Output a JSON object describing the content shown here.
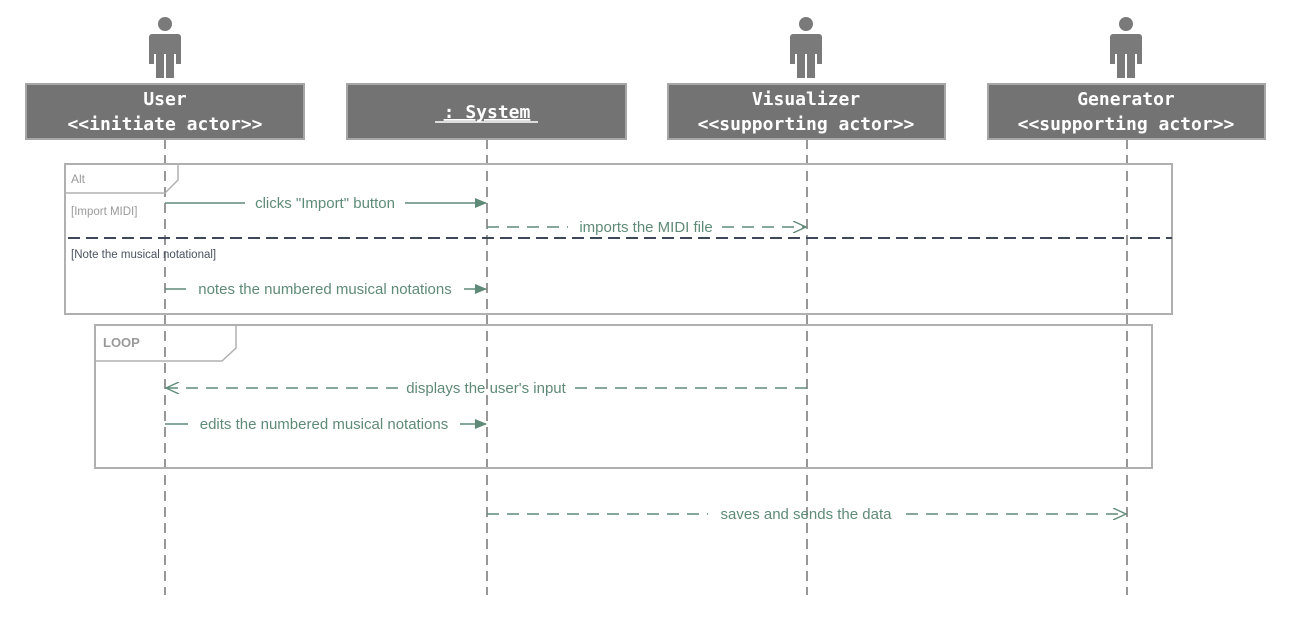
{
  "participants": [
    {
      "id": "user",
      "line1": "User",
      "line2": "<<initiate actor>>",
      "has_actor_icon": true
    },
    {
      "id": "system",
      "line1": ": System",
      "line2": "",
      "has_actor_icon": false,
      "underlined": true
    },
    {
      "id": "visualizer",
      "line1": "Visualizer",
      "line2": "<<supporting actor>>",
      "has_actor_icon": true
    },
    {
      "id": "generator",
      "line1": "Generator",
      "line2": "<<supporting actor>>",
      "has_actor_icon": true
    }
  ],
  "alt_frame": {
    "label": "Alt",
    "guard1": "[Import MIDI]",
    "guard2": "[Note the musical notational]"
  },
  "loop_frame": {
    "label": "LOOP"
  },
  "messages": [
    {
      "from": "user",
      "to": "system",
      "label": "clicks \"Import\" button",
      "kind": "sync"
    },
    {
      "from": "system",
      "to": "visualizer",
      "label": "imports the MIDI file",
      "kind": "reply"
    },
    {
      "from": "user",
      "to": "system",
      "label": "notes the numbered musical notations",
      "kind": "sync"
    },
    {
      "from": "visualizer",
      "to": "user",
      "label": "displays the user's input",
      "kind": "reply"
    },
    {
      "from": "user",
      "to": "system",
      "label": "edits the numbered musical notations",
      "kind": "sync"
    },
    {
      "from": "system",
      "to": "generator",
      "label": "saves and sends the data",
      "kind": "reply"
    }
  ],
  "colors": {
    "header_fill": "#737373",
    "header_stroke": "#a6a6a6",
    "actor": "#7a7a7a",
    "lifeline": "#7f7f7f",
    "message": "#5f8a78",
    "frame": "#b0b0b0",
    "separator": "#3f4856"
  }
}
